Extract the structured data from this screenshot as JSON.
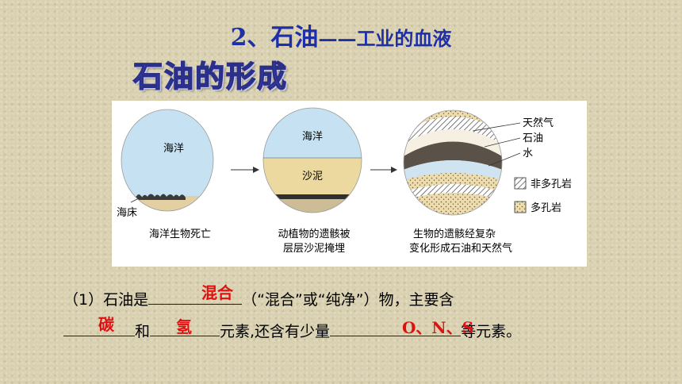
{
  "title": {
    "main": "2、石油",
    "sub": "——工业的血液"
  },
  "subtitle": "石油的形成",
  "diagram": {
    "ocean1": "海洋",
    "seabed": "海床",
    "caption1": "海洋生物死亡",
    "ocean2": "海洋",
    "sand": "沙泥",
    "caption2_line1": "动植物的遗骸被",
    "caption2_line2": "层层沙泥掩埋",
    "label_gas": "天然气",
    "label_oil": "石油",
    "label_water": "水",
    "legend_nonporous": "非多孔岩",
    "legend_porous": "多孔岩",
    "caption3_line1": "生物的遗骸经复杂",
    "caption3_line2": "变化形成石油和天然气"
  },
  "question": {
    "prefix": "（1）石油是",
    "mid1": "（“混合”或“纯净”）物，主要含",
    "and": "和",
    "mid2": "元素,还含有少量",
    "suffix": "等元素。"
  },
  "answers": {
    "a1": "混合",
    "a2": "碳",
    "a3": "氢",
    "a4": "O、N、S"
  },
  "colors": {
    "title": "#1f2fa8",
    "answer": "#e01010",
    "sky": "#c6e2f2",
    "sand": "#e9d7a0"
  }
}
